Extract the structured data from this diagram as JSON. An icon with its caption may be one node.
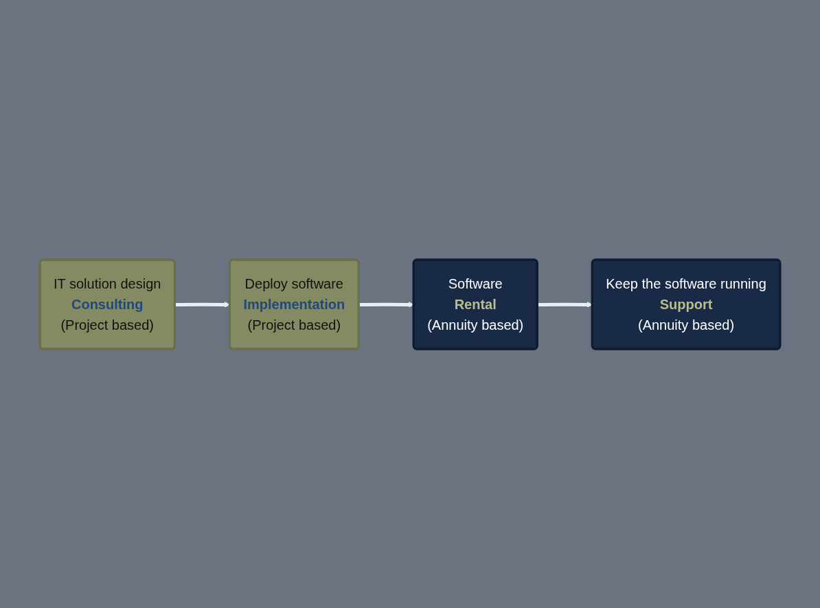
{
  "diagram": {
    "nodes": [
      {
        "text": [
          "IT solution design",
          "Consulting",
          "(Project based)"
        ]
      },
      {
        "text": [
          "Deploy software",
          "Implementation",
          "(Project based)"
        ]
      },
      {
        "text": [
          "Software",
          "Rental",
          "(Annuity based)"
        ]
      },
      {
        "text": [
          "Keep the software running",
          "Support",
          "(Annuity based)"
        ]
      }
    ],
    "edges": [
      {
        "from": 0,
        "to": 1,
        "arrow": "to"
      },
      {
        "from": 1,
        "to": 2,
        "arrow": "to"
      },
      {
        "from": 2,
        "to": 3,
        "arrow": "to"
      }
    ]
  }
}
